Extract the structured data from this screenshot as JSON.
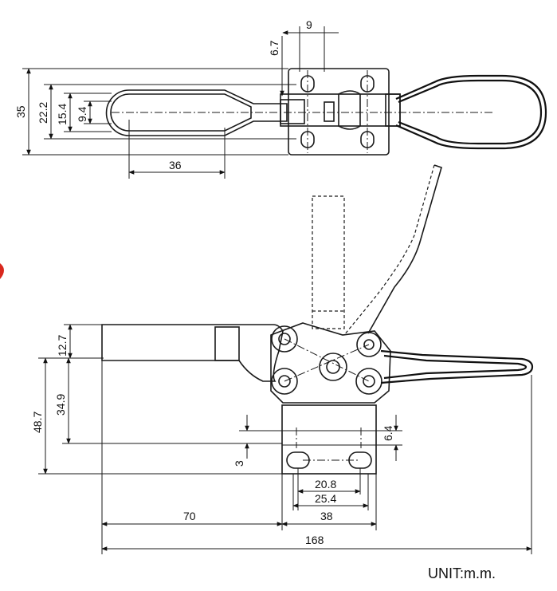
{
  "dimensions": {
    "top_view": {
      "d_9": "9",
      "d_6_7": "6.7",
      "d_35": "35",
      "d_22_2": "22.2",
      "d_15_4": "15.4",
      "d_9_4": "9.4",
      "d_36": "36"
    },
    "side_view": {
      "d_12_7": "12.7",
      "d_48_7": "48.7",
      "d_34_9": "34.9",
      "d_6_4": "6.4",
      "d_3": "3",
      "d_20_8": "20.8",
      "d_25_4": "25.4",
      "d_70": "70",
      "d_38": "38",
      "d_168": "168"
    }
  },
  "unit_label": "UNIT:m.m."
}
